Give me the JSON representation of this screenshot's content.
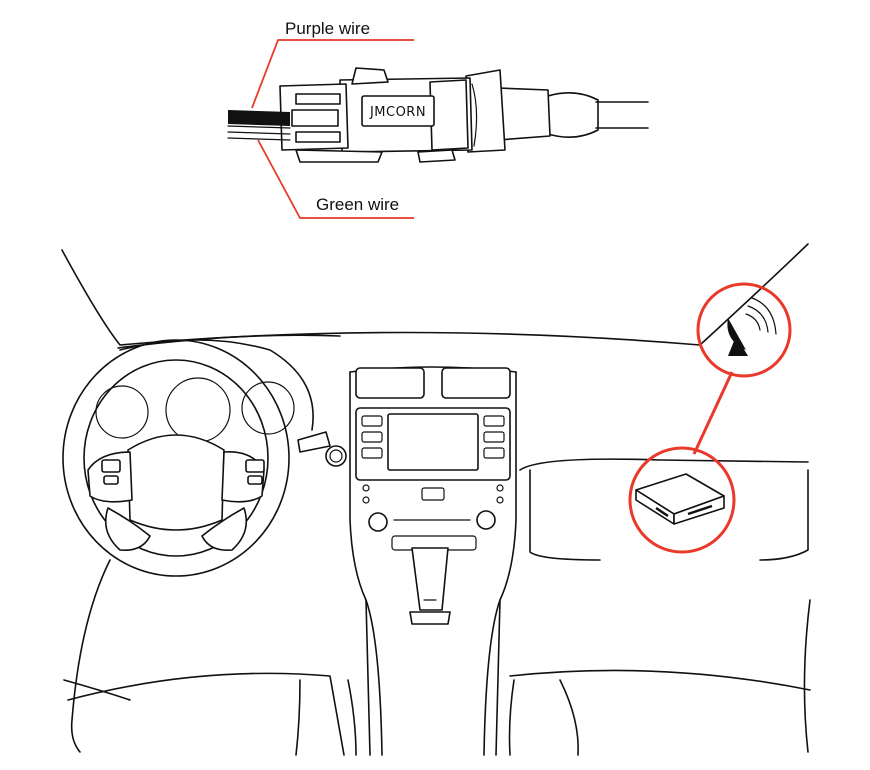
{
  "labels": {
    "purple_wire": "Purple wire",
    "green_wire": "Green wire"
  },
  "connector": {
    "brand": "JMCORN"
  },
  "icons": {
    "antenna": "satellite-dish-icon",
    "module": "control-box-icon"
  },
  "colors": {
    "callout_red": "#e8392a",
    "line_black": "#111111"
  }
}
